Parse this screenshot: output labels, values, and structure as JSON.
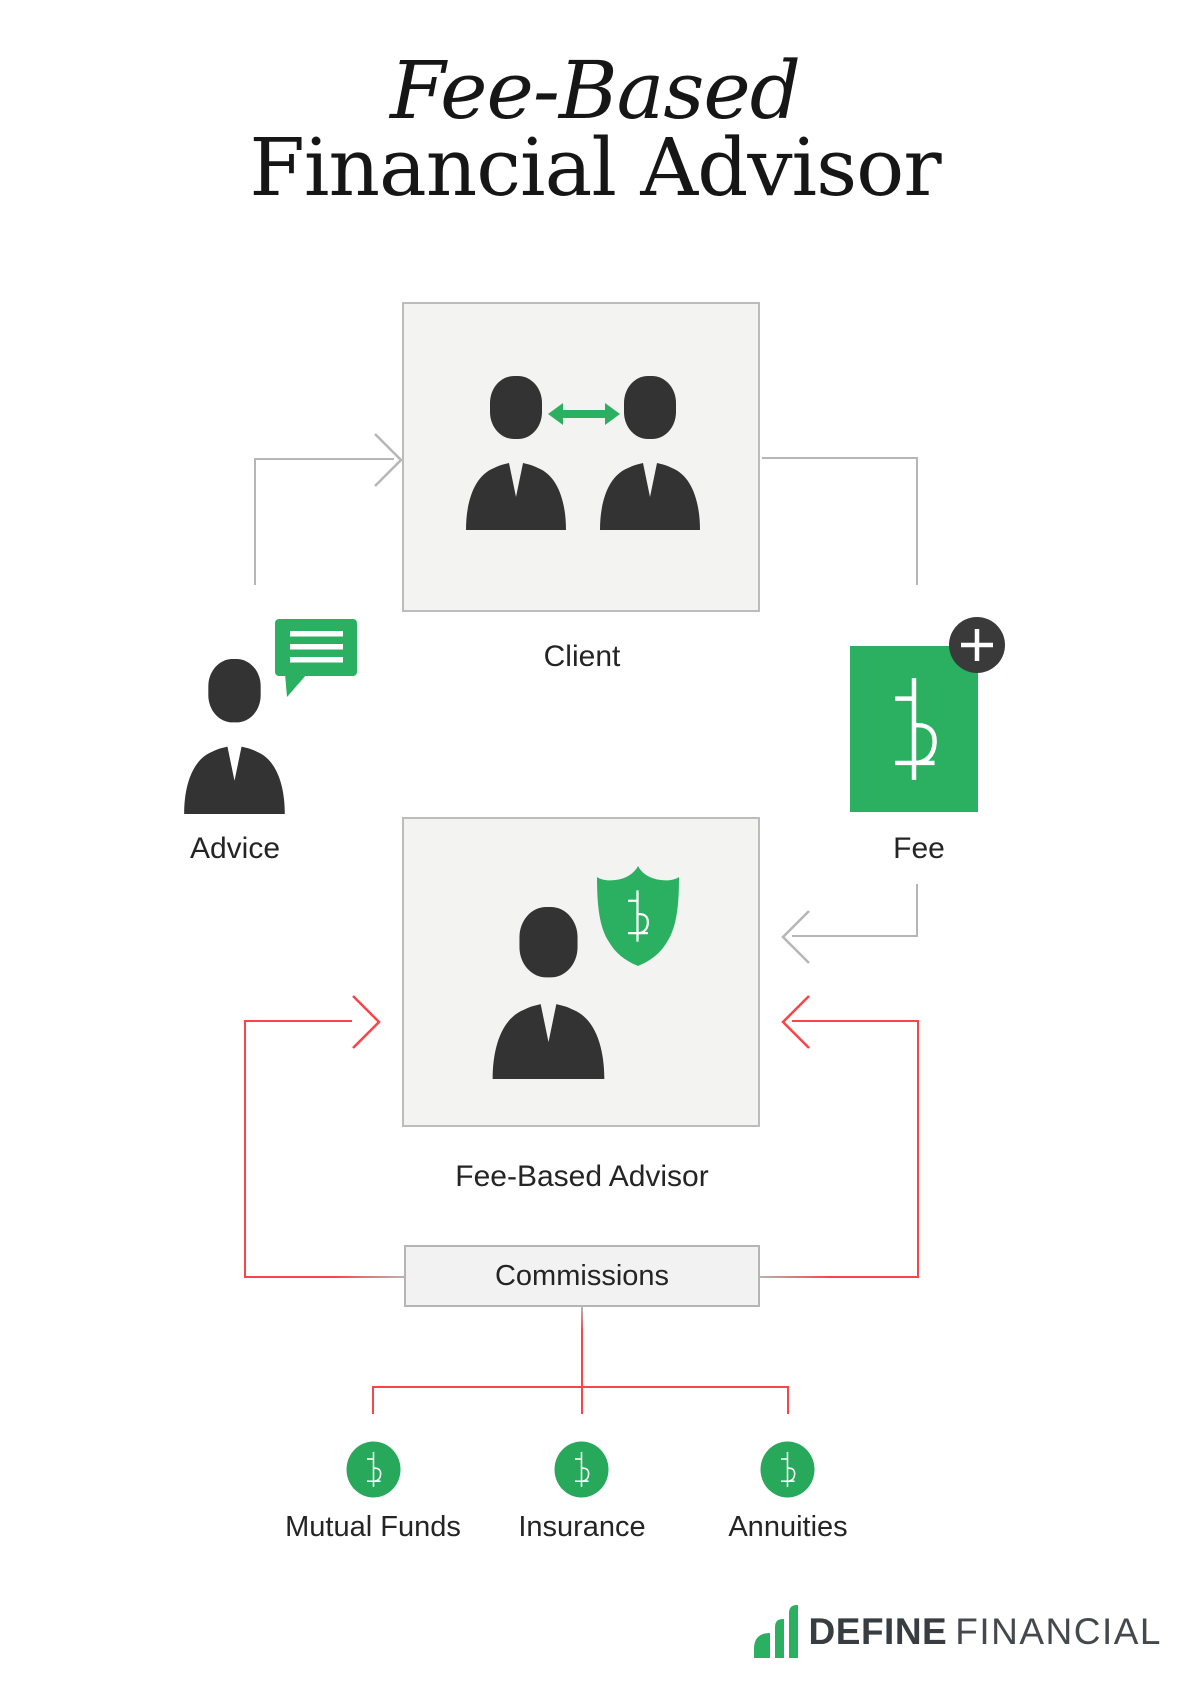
{
  "title": {
    "line1": "Fee-Based",
    "line2": "Financial Advisor"
  },
  "nodes": {
    "client": {
      "label": "Client"
    },
    "advice": {
      "label": "Advice"
    },
    "fee": {
      "label": "Fee"
    },
    "advisor": {
      "label": "Fee-Based Advisor"
    },
    "commissions": {
      "label": "Commissions"
    }
  },
  "products": [
    {
      "label": "Mutual Funds"
    },
    {
      "label": "Insurance"
    },
    {
      "label": "Annuities"
    }
  ],
  "flows": {
    "advice_to_client": "Advice -> Client (gray arrow)",
    "client_to_fee": "Client -> Fee (gray line)",
    "fee_to_advisor": "Fee -> Advisor (gray arrow)",
    "commissions_to_advisor_left": "Commissions -> Advisor (red arrow, left loop)",
    "commissions_to_advisor_right": "Commissions -> Advisor (red arrow, right loop)",
    "commissions_to_products": "Commissions -> Mutual Funds / Insurance / Annuities (red branch)"
  },
  "icons": {
    "client": "two-people-icon with double-arrow-icon",
    "advice": "person-icon with chat-bubble-icon",
    "fee": "dollar-document-icon with plus-icon",
    "advisor": "person-icon with shield-dollar-icon",
    "products": "dollar-circle-icon",
    "logo": "bar-chart-icon"
  },
  "logo": {
    "word1": "DEFINE",
    "word2": "FINANCIAL"
  },
  "colors": {
    "green": "#2bb061",
    "red": "#f9444a",
    "gray_line": "#b6b6b6",
    "dark_silhouette": "#333333",
    "plus_badge": "#3a3a3a",
    "box_fill": "#f3f3f2",
    "box_border": "#bcbcbc",
    "text": "#242424"
  }
}
